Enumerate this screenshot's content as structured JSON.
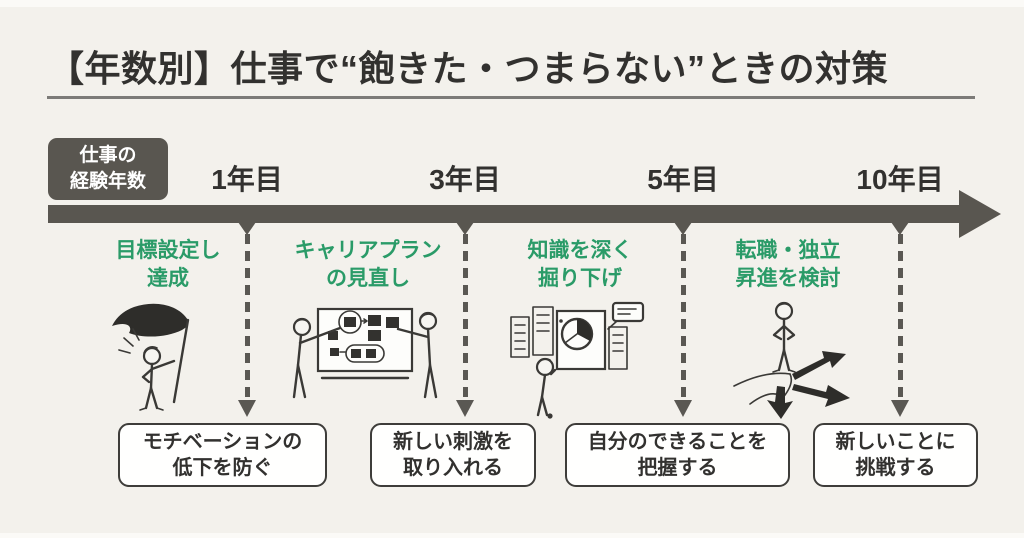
{
  "title": "【年数別】仕事で“飽きた・つまらない”ときの対策",
  "axis": {
    "label_line1": "仕事の",
    "label_line2": "経験年数"
  },
  "columns": [
    {
      "year": "1年目",
      "strategy_line1": "目標設定し",
      "strategy_line2": "達成",
      "outcome_line1": "モチベーションの",
      "outcome_line2": "低下を防ぐ",
      "illustration": "person-raising-flag"
    },
    {
      "year": "3年目",
      "strategy_line1": "キャリアプラン",
      "strategy_line2": "の見直し",
      "outcome_line1": "新しい刺激を",
      "outcome_line2": "取り入れる",
      "illustration": "team-planning-board"
    },
    {
      "year": "5年目",
      "strategy_line1": "知識を深く",
      "strategy_line2": "掘り下げ",
      "outcome_line1": "自分のできることを",
      "outcome_line2": "把握する",
      "illustration": "person-analyzing-charts"
    },
    {
      "year": "10年目",
      "strategy_line1": "転職・独立",
      "strategy_line2": "昇進を検討",
      "outcome_line1": "新しいことに",
      "outcome_line2": "挑戦する",
      "illustration": "person-at-crossroads"
    }
  ],
  "colors": {
    "background": "#f3f1ec",
    "timeline_gray": "#595650",
    "accent_green": "#2a9b68",
    "text_dark": "#32312f",
    "box_background": "#fffffe"
  }
}
